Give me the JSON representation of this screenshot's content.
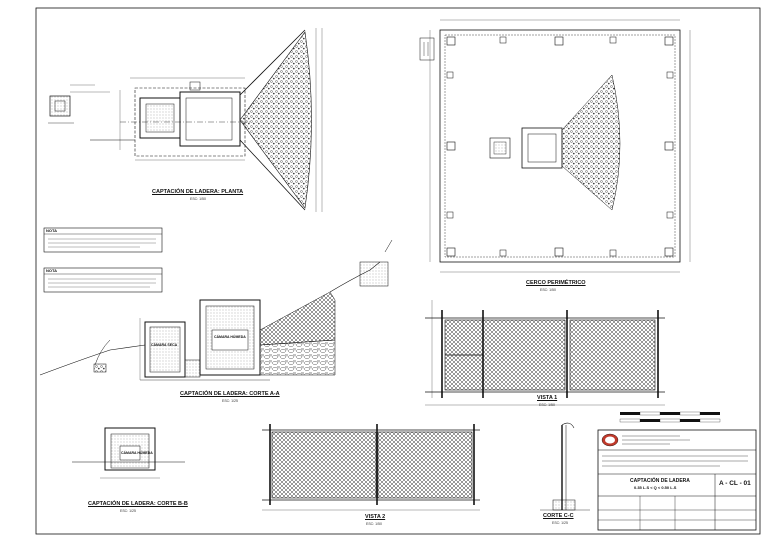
{
  "drawing_titles": {
    "plan": "CAPTACIÓN DE LADERA: PLANTA",
    "section_aa": "CAPTACIÓN DE LADERA: CORTE A-A",
    "section_bb": "CAPTACIÓN DE LADERA: CORTE B-B",
    "fence": "CERCO PERIMÉTRICO",
    "view1": "VISTA 1",
    "view2": "VISTA 2",
    "section_cc": "CORTE C-C"
  },
  "scales": {
    "plan": "ESC: 1/50",
    "section_aa": "ESC: 1/25",
    "section_bb": "ESC: 1/25",
    "fence": "ESC: 1/50",
    "view1": "ESC: 1/50",
    "view2": "ESC: 1/50",
    "section_cc": "ESC: 1/25"
  },
  "notes": {
    "title1": "NOTA",
    "title2": "NOTA"
  },
  "chamber_labels": {
    "collection": "CÁMARA HÚMEDA",
    "dry": "CÁMARA SECA"
  },
  "title_block": {
    "sheet_title": "CAPTACIÓN DE LADERA",
    "sheet_subtitle": "0.35 L.S < Q < 0.50 L.S",
    "sheet_number": "A - CL - 01"
  },
  "colors": {
    "line": "#1a1a1a",
    "hatch": "#333333",
    "logo": "#c0392b"
  }
}
